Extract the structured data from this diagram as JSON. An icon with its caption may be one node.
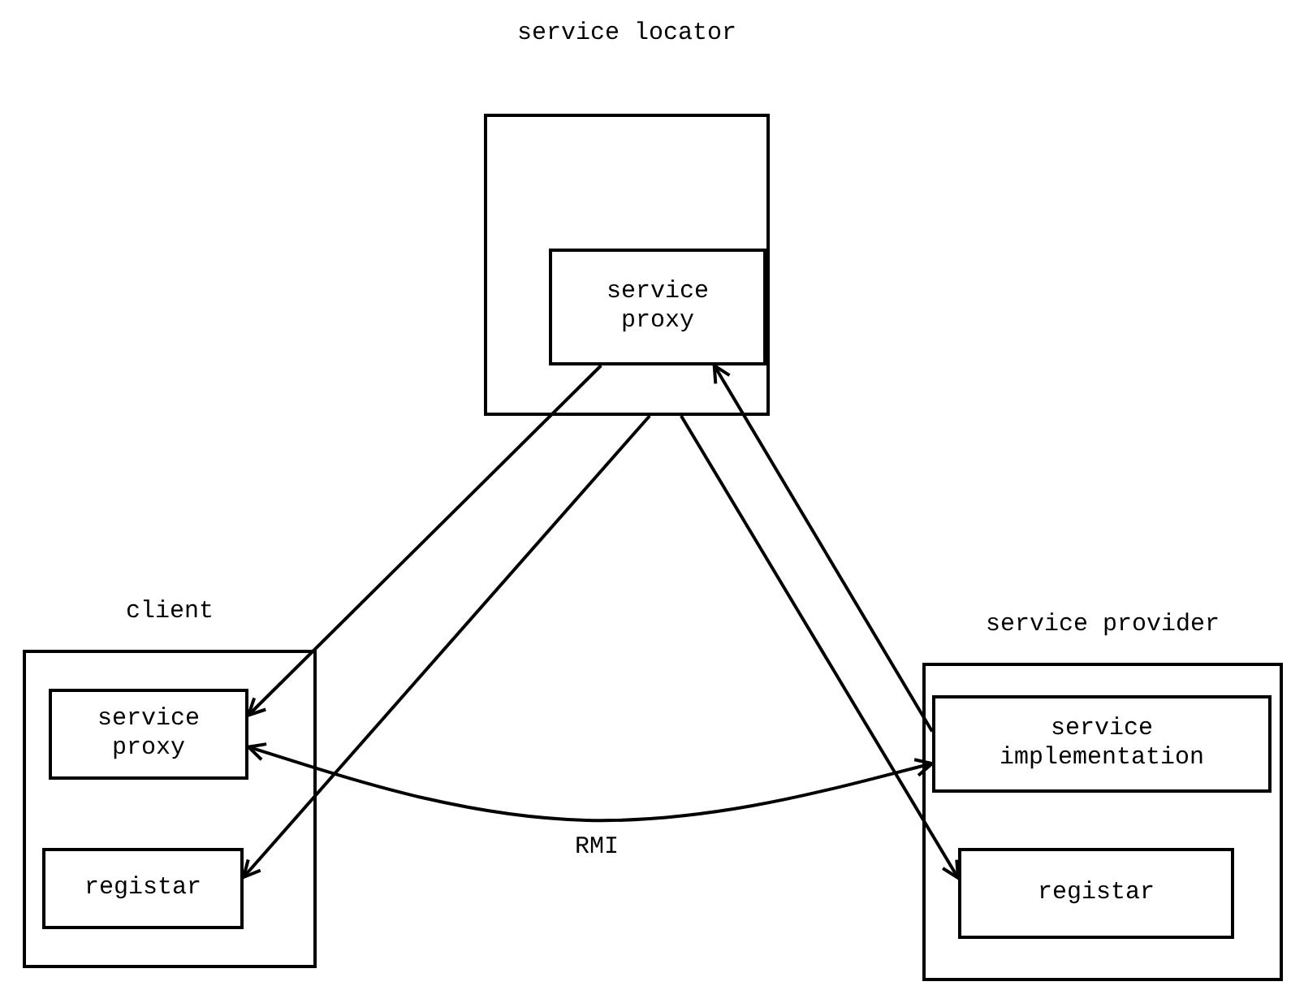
{
  "diagram": {
    "nodes": [
      {
        "text": [
          "service locator"
        ]
      },
      {
        "text": [
          "service proxy"
        ],
        "in": 0
      },
      {
        "text": [
          "client"
        ]
      },
      {
        "text": [
          "service proxy"
        ],
        "in": 2
      },
      {
        "text": [
          "registar"
        ],
        "in": 2
      },
      {
        "text": [
          "service provider"
        ]
      },
      {
        "text": [
          "service implementation"
        ],
        "in": 5
      },
      {
        "text": [
          "registar"
        ],
        "in": 5
      }
    ],
    "edges": [
      {
        "from": 1,
        "to": 3,
        "arrow": "to"
      },
      {
        "from": 0,
        "to": 4,
        "arrow": "to"
      },
      {
        "from": 6,
        "to": 1,
        "arrow": "to"
      },
      {
        "from": 0,
        "to": 7,
        "arrow": "to"
      },
      {
        "from": 3,
        "to": 6,
        "arrow": "both",
        "label": "RMI"
      }
    ]
  }
}
